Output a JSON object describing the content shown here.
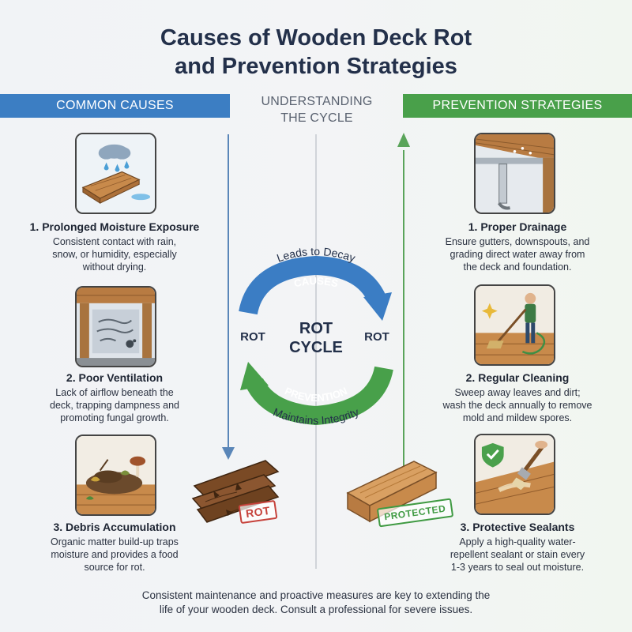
{
  "title": {
    "line1": "Causes of Wooden Deck Rot",
    "line2": "and Prevention Strategies"
  },
  "banners": {
    "left": "COMMON CAUSES",
    "center_line1": "UNDERSTANDING",
    "center_line2": "THE CYCLE",
    "right": "PREVENTION STRATEGIES"
  },
  "causes": [
    {
      "title": "1. Prolonged Moisture Exposure",
      "desc": [
        "Consistent contact with rain,",
        "snow, or humidity, especially",
        "without drying."
      ],
      "icon": "rain-cloud-plank-icon"
    },
    {
      "title": "2. Poor Ventilation",
      "desc": [
        "Lack of airflow beneath the",
        "deck, trapping dampness and",
        "promoting fungal growth."
      ],
      "icon": "enclosed-airflow-icon"
    },
    {
      "title": "3. Debris Accumulation",
      "desc": [
        "Organic matter build-up traps",
        "moisture and provides a food",
        "source for rot."
      ],
      "icon": "leaf-debris-mushroom-icon"
    }
  ],
  "prevention": [
    {
      "title": "1. Proper Drainage",
      "desc": [
        "Ensure gutters, downspouts, and",
        "grading direct water away from",
        "the deck and foundation."
      ],
      "icon": "gutter-downspout-icon"
    },
    {
      "title": "2. Regular Cleaning",
      "desc": [
        "Sweep away leaves and dirt;",
        "wash the deck annually to remove",
        "mold and mildew spores."
      ],
      "icon": "person-sweeping-icon"
    },
    {
      "title": "3. Protective Sealants",
      "desc": [
        "Apply a high-quality water-",
        "repellent sealant or stain every",
        "1-3 years to seal out moisture."
      ],
      "icon": "brush-sealant-shield-icon"
    }
  ],
  "cycle": {
    "top_caption": "Leads to Decay",
    "top_arrow_label": "CAUSES",
    "center_line1": "ROT",
    "center_line2": "CYCLE",
    "left_label": "ROT",
    "right_label": "ROT",
    "bottom_arrow_label": "PREVENTION",
    "bottom_caption": "Maintains Integrity"
  },
  "stamps": {
    "rot": "ROT",
    "protected": "PROTECTED"
  },
  "footer": {
    "line1": "Consistent maintenance and proactive measures are key to extending the",
    "line2": "life of your wooden deck. Consult a professional for severe issues."
  },
  "colors": {
    "causes_blue": "#3c7ec3",
    "prevention_green": "#49a04a",
    "wood": "#c88a4b",
    "rot_red": "#c6423b"
  }
}
